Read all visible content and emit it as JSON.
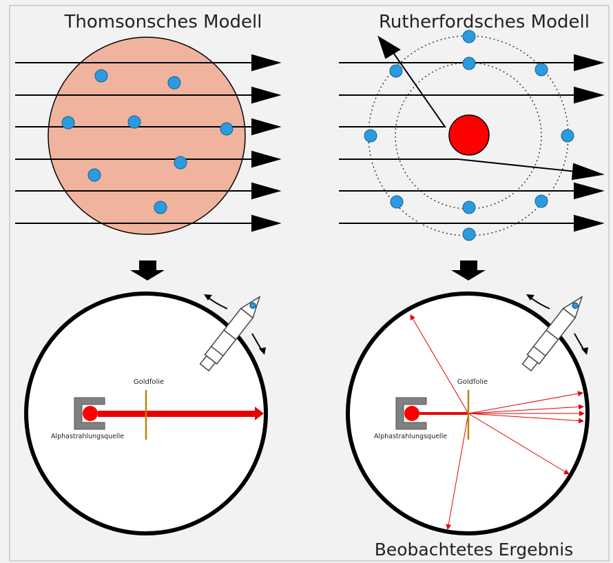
{
  "labels": {
    "thomson_title": "Thomsonsches Modell",
    "rutherford_title": "Rutherfordsches Modell",
    "gold_foil_left": "Goldfolie",
    "gold_foil_right": "Goldfolie",
    "source_left": "Alphastrahlungsquelle",
    "source_right": "Alphastrahlungsquelle",
    "result": "Beobachtetes Ergebnis"
  },
  "colors": {
    "background": "#f2f2f2",
    "frame": "#c8c8c8",
    "thomson_sphere": "#f0b49e",
    "electron": "#2b9be0",
    "nucleus": "#ff0000",
    "beam": "#e60000",
    "gold_foil": "#b8860b",
    "source_box": "#808080"
  }
}
